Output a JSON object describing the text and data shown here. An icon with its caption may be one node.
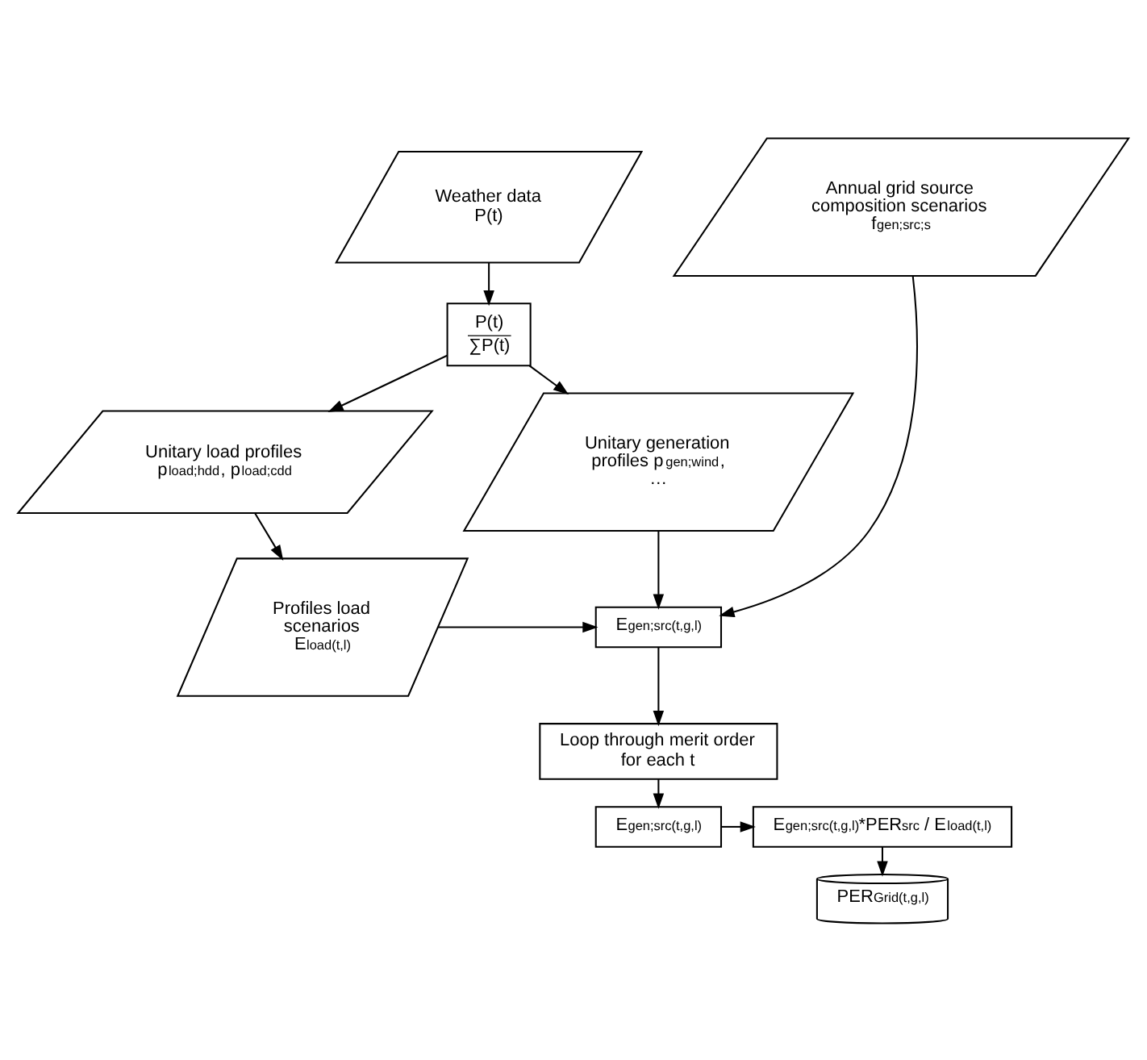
{
  "diagram": {
    "nodes": [
      {
        "text": [
          "Weather data P(t)"
        ]
      },
      {
        "text": [
          "P(t)",
          "∑P(t)"
        ]
      },
      {
        "text": [
          "Annual grid source composition scenarios f$_{gen;src;s}$"
        ]
      },
      {
        "text": [
          "Unitary load profiles p$_{load;hdd}$, p$_{load;cdd}$"
        ]
      },
      {
        "text": [
          "Unitary generation profiles p$_{gen;wind}$, …"
        ]
      },
      {
        "text": [
          "Profiles load scenarios E$_{load(t,l)}$"
        ]
      },
      {
        "text": [
          "E$_{gen;src(t,g,l)}$"
        ]
      },
      {
        "text": [
          "Loop through merit order for each t"
        ]
      },
      {
        "text": [
          "E$_{gen;src(t,g,l)}$"
        ]
      },
      {
        "text": [
          "E$_{gen;src(t,g,l)}$*PER$_{src}$ / E$_{load(t,l)}$"
        ]
      },
      {
        "text": [
          "PER$_{Grid(t,g,l)}$"
        ]
      }
    ],
    "edges": [
      {
        "from": 0,
        "to": 1,
        "arrow": "to"
      },
      {
        "from": 1,
        "to": 3,
        "arrow": "to"
      },
      {
        "from": 1,
        "to": 4,
        "arrow": "to"
      },
      {
        "from": 3,
        "to": 5,
        "arrow": "to"
      },
      {
        "from": 4,
        "to": 6,
        "arrow": "to"
      },
      {
        "from": 2,
        "to": 6,
        "arrow": "to"
      },
      {
        "from": 5,
        "to": 6,
        "arrow": "to"
      },
      {
        "from": 6,
        "to": 7,
        "arrow": "to"
      },
      {
        "from": 7,
        "to": 8,
        "arrow": "to"
      },
      {
        "from": 8,
        "to": 9,
        "arrow": "to"
      },
      {
        "from": 9,
        "to": 10,
        "arrow": "to"
      }
    ]
  }
}
